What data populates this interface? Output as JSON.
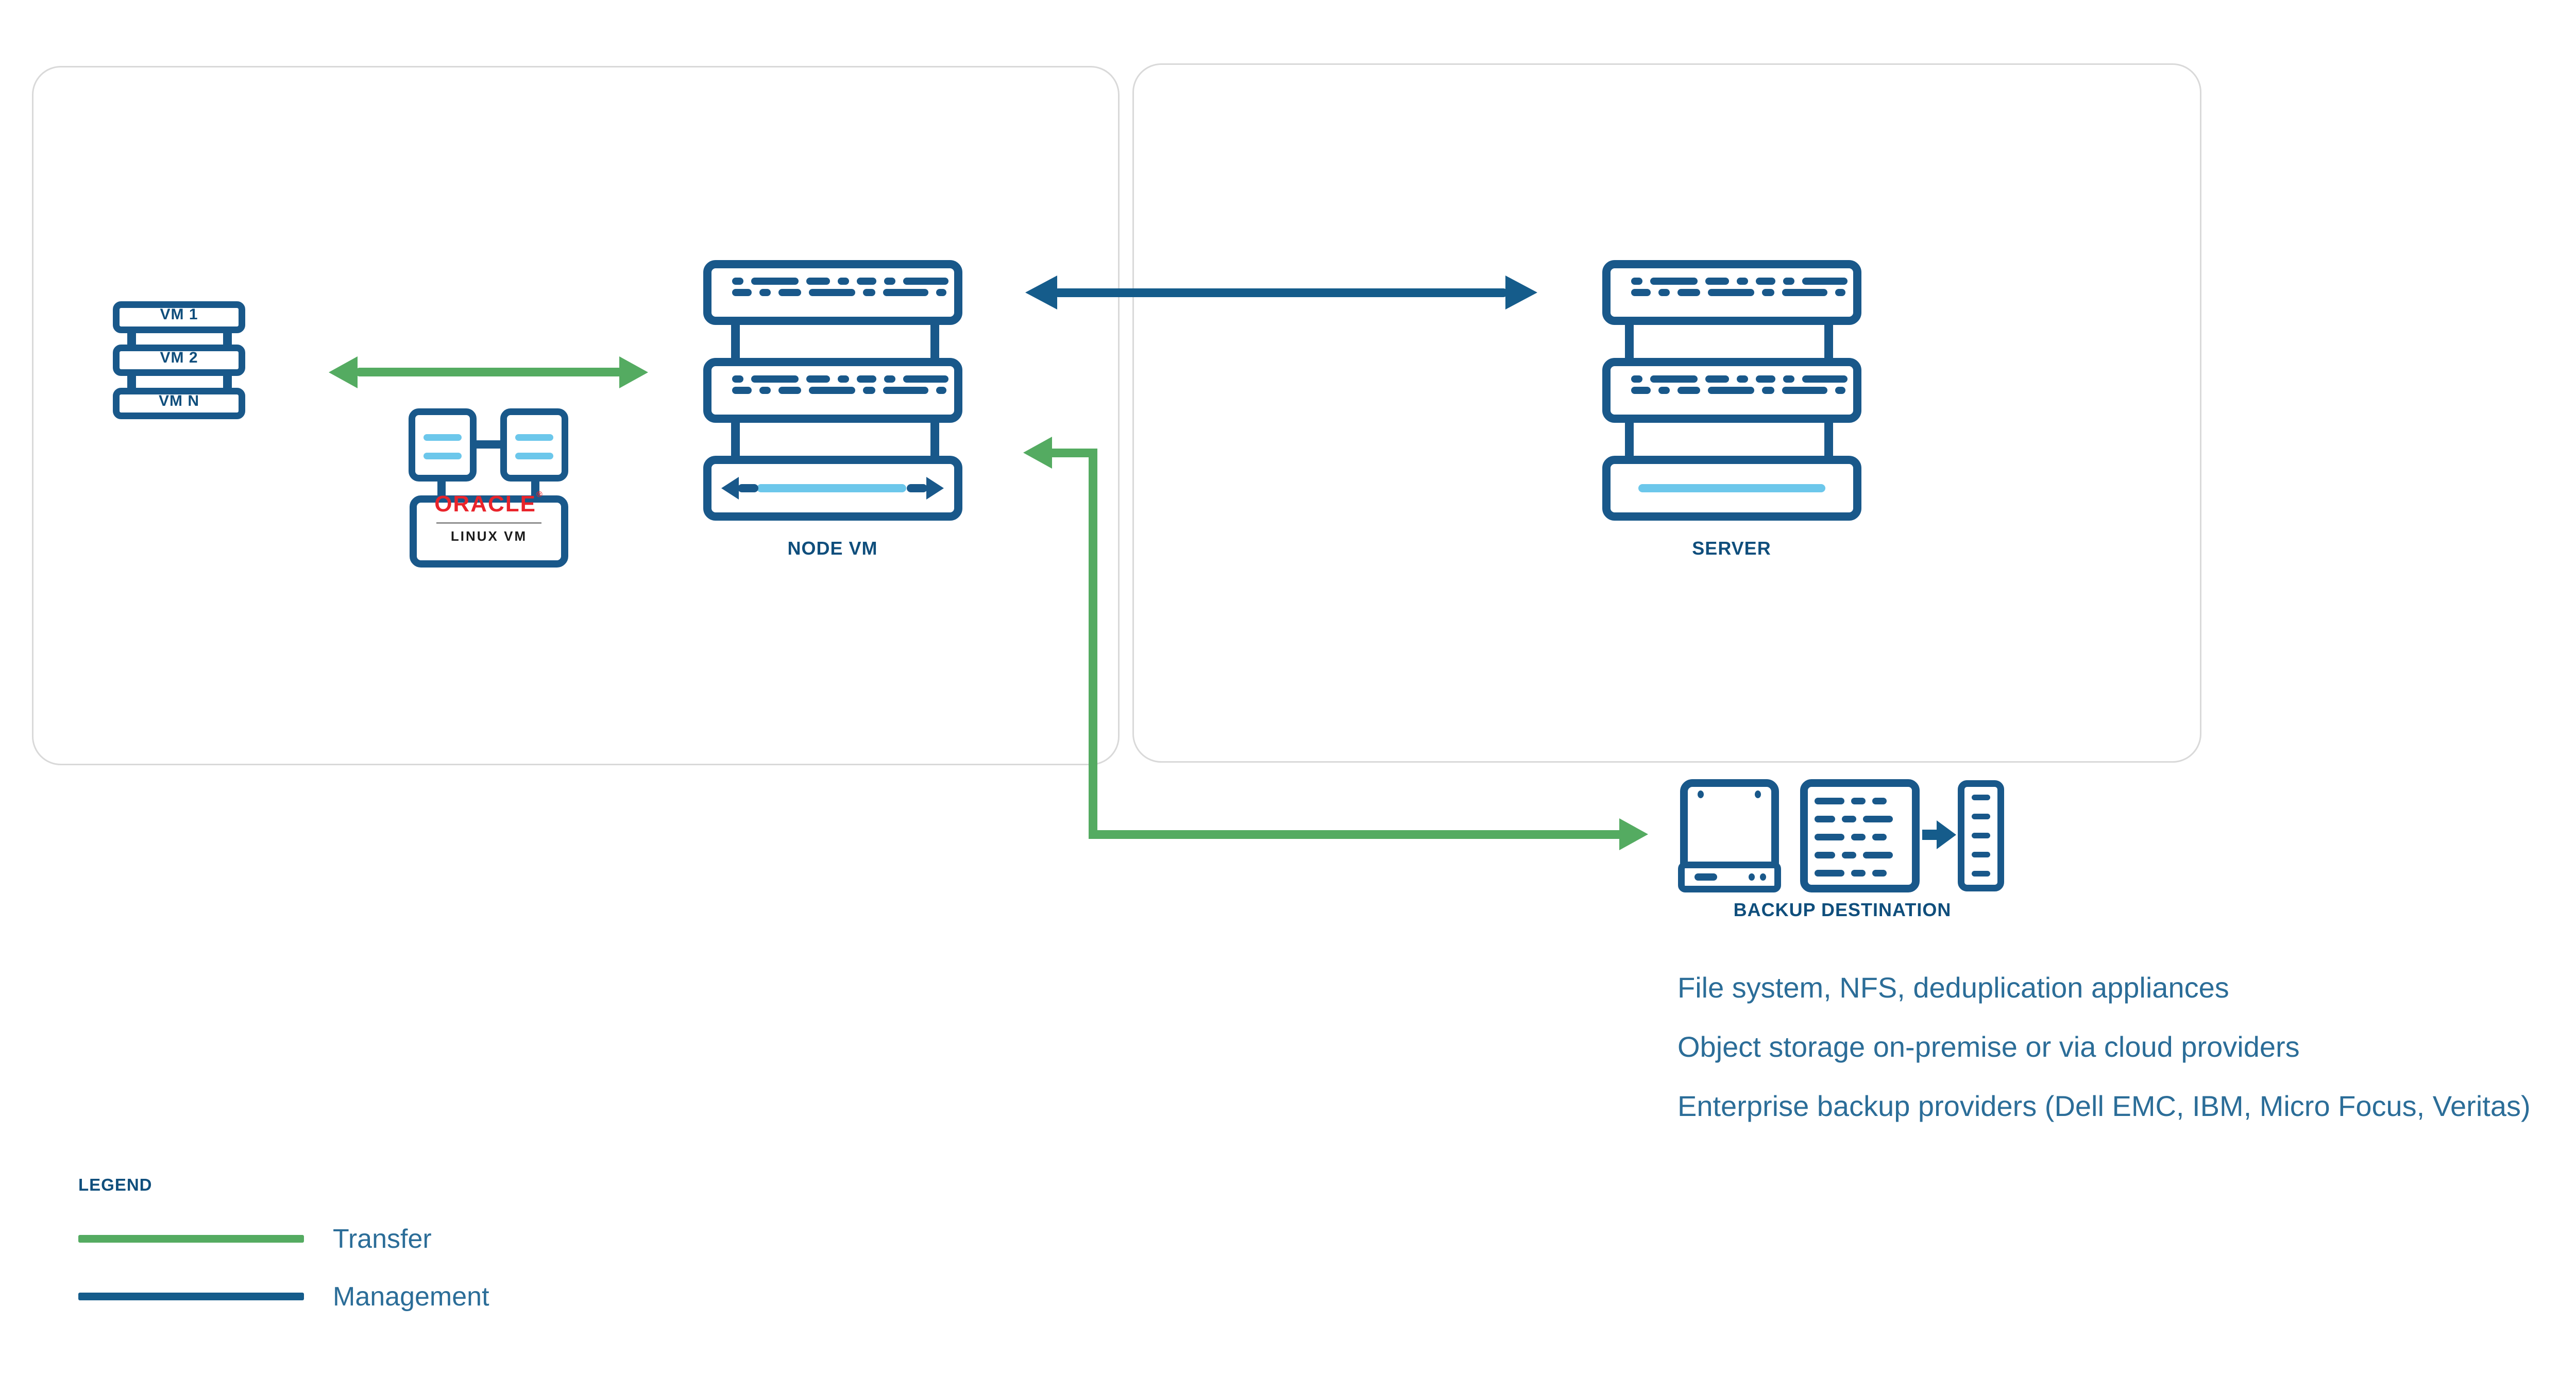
{
  "left_panel": {
    "vm_stack": {
      "items": [
        "VM 1",
        "VM 2",
        "VM N"
      ]
    },
    "oracle_vm": {
      "wordmark": "ORACLE",
      "registered": "®",
      "sublabel": "LINUX VM"
    },
    "node_vm": {
      "label": "NODE VM"
    }
  },
  "right_panel": {
    "server": {
      "label": "SERVER"
    }
  },
  "backup_destination": {
    "label": "BACKUP DESTINATION",
    "notes": [
      "File system, NFS, deduplication appliances",
      "Object storage on-premise or via cloud providers",
      "Enterprise backup providers (Dell EMC, IBM, Micro Focus, Veritas)"
    ]
  },
  "legend": {
    "title": "LEGEND",
    "items": [
      {
        "label": "Transfer",
        "color": "#54ab61"
      },
      {
        "label": "Management",
        "color": "#155c8b"
      }
    ]
  },
  "colors": {
    "stroke_blue": "#19588a",
    "label_blue": "#0f4e7c",
    "light_blue": "#6cc7eb",
    "transfer_green": "#54ab61",
    "management_navy": "#155c8b",
    "note_text": "#2b6d98",
    "card_border": "#d9d9d9",
    "oracle_red": "#e9242b"
  }
}
